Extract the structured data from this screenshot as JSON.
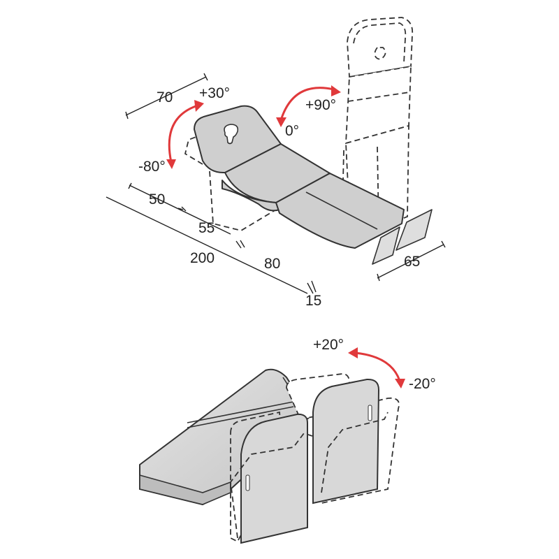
{
  "colors": {
    "arrow": "#e0393b",
    "table": "#cfcfcf",
    "line": "#333333"
  },
  "top_view": {
    "angles": {
      "head_up": "+30°",
      "head_down": "-80°",
      "back_up": "+90°",
      "back_flat": "0°"
    },
    "dimensions": {
      "headrest": "70",
      "back": "50",
      "seat": "55",
      "total": "200",
      "legs": "80",
      "foot": "15",
      "width": "65"
    }
  },
  "bottom_view": {
    "angles": {
      "up": "+20°",
      "down": "-20°"
    }
  }
}
